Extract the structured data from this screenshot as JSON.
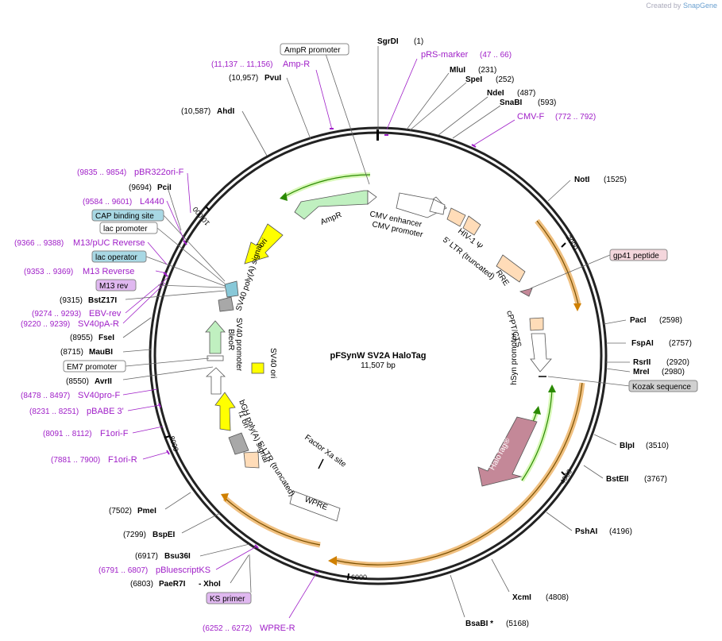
{
  "credit": {
    "prefix": "Created by",
    "brand": "SnapGene"
  },
  "plasmid": {
    "name": "pFSynW SV2A HaloTag",
    "size_label": "11,507 bp",
    "total_bp": 11507
  },
  "colors": {
    "enzyme": "#000000",
    "feature_label": "#a020c8",
    "primer": "#a020c8",
    "promoter_fill": "#ffffff",
    "amp_green": "#c0f0c0",
    "ori_yellow": "#ffff00",
    "halotag_mauve": "#c48898",
    "ltr_peach": "#ffdcb8",
    "polyA_gray": "#a8a8a8",
    "orange_track": "#e8a040",
    "green_track": "#30a000",
    "cap_blue": "#88c8d8",
    "m13_violet": "#d8a0e8"
  },
  "tick_labels": [
    "2000",
    "4000",
    "6000",
    "8000",
    "10,000"
  ],
  "enzymes": [
    {
      "name": "SgrDI",
      "pos": "(1)"
    },
    {
      "name": "MluI",
      "pos": "(231)"
    },
    {
      "name": "SpeI",
      "pos": "(252)"
    },
    {
      "name": "NdeI",
      "pos": "(487)"
    },
    {
      "name": "SnaBI",
      "pos": "(593)"
    },
    {
      "name": "NotI",
      "pos": "(1525)"
    },
    {
      "name": "PacI",
      "pos": "(2598)"
    },
    {
      "name": "FspAI",
      "pos": "(2757)"
    },
    {
      "name": "RsrII",
      "pos": "(2920)"
    },
    {
      "name": "MreI",
      "pos": "(2980)"
    },
    {
      "name": "BlpI",
      "pos": "(3510)"
    },
    {
      "name": "BstEII",
      "pos": "(3767)"
    },
    {
      "name": "PshAI",
      "pos": "(4196)"
    },
    {
      "name": "XcmI",
      "pos": "(4808)"
    },
    {
      "name": "BsaBI *",
      "pos": "(5168)"
    },
    {
      "name": "PaeR7I",
      "pos": "(6803)"
    },
    {
      "name": "- XhoI",
      "pos": ""
    },
    {
      "name": "Bsu36I",
      "pos": "(6917)"
    },
    {
      "name": "BspEI",
      "pos": "(7299)"
    },
    {
      "name": "PmeI",
      "pos": "(7502)"
    },
    {
      "name": "AvrII",
      "pos": "(8550)"
    },
    {
      "name": "MauBI",
      "pos": "(8715)"
    },
    {
      "name": "FseI",
      "pos": "(8955)"
    },
    {
      "name": "BstZ17I",
      "pos": "(9315)"
    },
    {
      "name": "PciI",
      "pos": "(9694)"
    },
    {
      "name": "AhdI",
      "pos": "(10,587)"
    },
    {
      "name": "PvuI",
      "pos": "(10,957)"
    }
  ],
  "outer_features": [
    {
      "name": "pRS-marker",
      "range": "(47 .. 66)"
    },
    {
      "name": "CMV-F",
      "range": "(772 .. 792)"
    },
    {
      "name": "Amp-R",
      "range": "(11,137 .. 11,156)"
    },
    {
      "name": "pBR322ori-F",
      "range": "(9835 .. 9854)"
    },
    {
      "name": "L4440",
      "range": "(9584 .. 9601)"
    },
    {
      "name": "M13/pUC Reverse",
      "range": "(9366 .. 9388)"
    },
    {
      "name": "M13 Reverse",
      "range": "(9353 .. 9369)"
    },
    {
      "name": "EBV-rev",
      "range": "(9274 .. 9293)"
    },
    {
      "name": "SV40pA-R",
      "range": "(9220 .. 9239)"
    },
    {
      "name": "SV40pro-F",
      "range": "(8478 .. 8497)"
    },
    {
      "name": "pBABE 3'",
      "range": "(8231 .. 8251)"
    },
    {
      "name": "F1ori-F",
      "range": "(8091 .. 8112)"
    },
    {
      "name": "F1ori-R",
      "range": "(7881 .. 7900)"
    },
    {
      "name": "pBluescriptKS",
      "range": "(6791 .. 6807)"
    },
    {
      "name": "WPRE-R",
      "range": "(6252 .. 6272)"
    }
  ],
  "boxed_labels": [
    {
      "name": "AmpR promoter"
    },
    {
      "name": "gp41 peptide"
    },
    {
      "name": "Kozak sequence"
    },
    {
      "name": "CAP binding site"
    },
    {
      "name": "lac promoter"
    },
    {
      "name": "lac operator"
    },
    {
      "name": "M13 rev"
    },
    {
      "name": "EM7 promoter"
    },
    {
      "name": "KS primer"
    }
  ],
  "inner_labels": [
    "CMV enhancer",
    "CMV promoter",
    "HIV-1 Ψ",
    "5' LTR (truncated)",
    "RRE",
    "cPPT/CTS",
    "hSyn promoter",
    "HaloTag®",
    "Factor Xa site",
    "WPRE",
    "5' LTR (truncated)",
    "bGH poly(A) signal",
    "f1 ori",
    "SV40 ori",
    "SV40 promoter",
    "BleoR",
    "SV40 poly(A) signal",
    "ori",
    "AmpR"
  ]
}
